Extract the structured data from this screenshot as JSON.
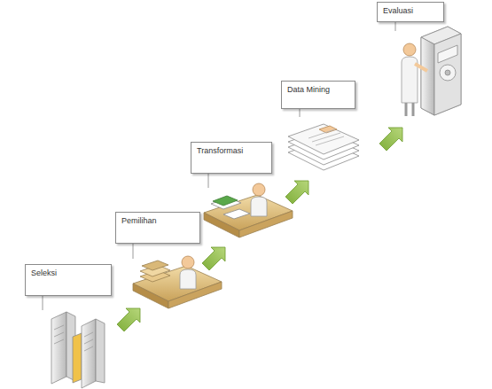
{
  "diagram": {
    "nodes": [
      {
        "text": [
          "Seleksi"
        ]
      },
      {
        "text": [
          "Pemilihan"
        ]
      },
      {
        "text": [
          "Transformasi"
        ]
      },
      {
        "text": [
          "Data Mining"
        ]
      },
      {
        "text": [
          "Evaluasi"
        ]
      }
    ]
  }
}
